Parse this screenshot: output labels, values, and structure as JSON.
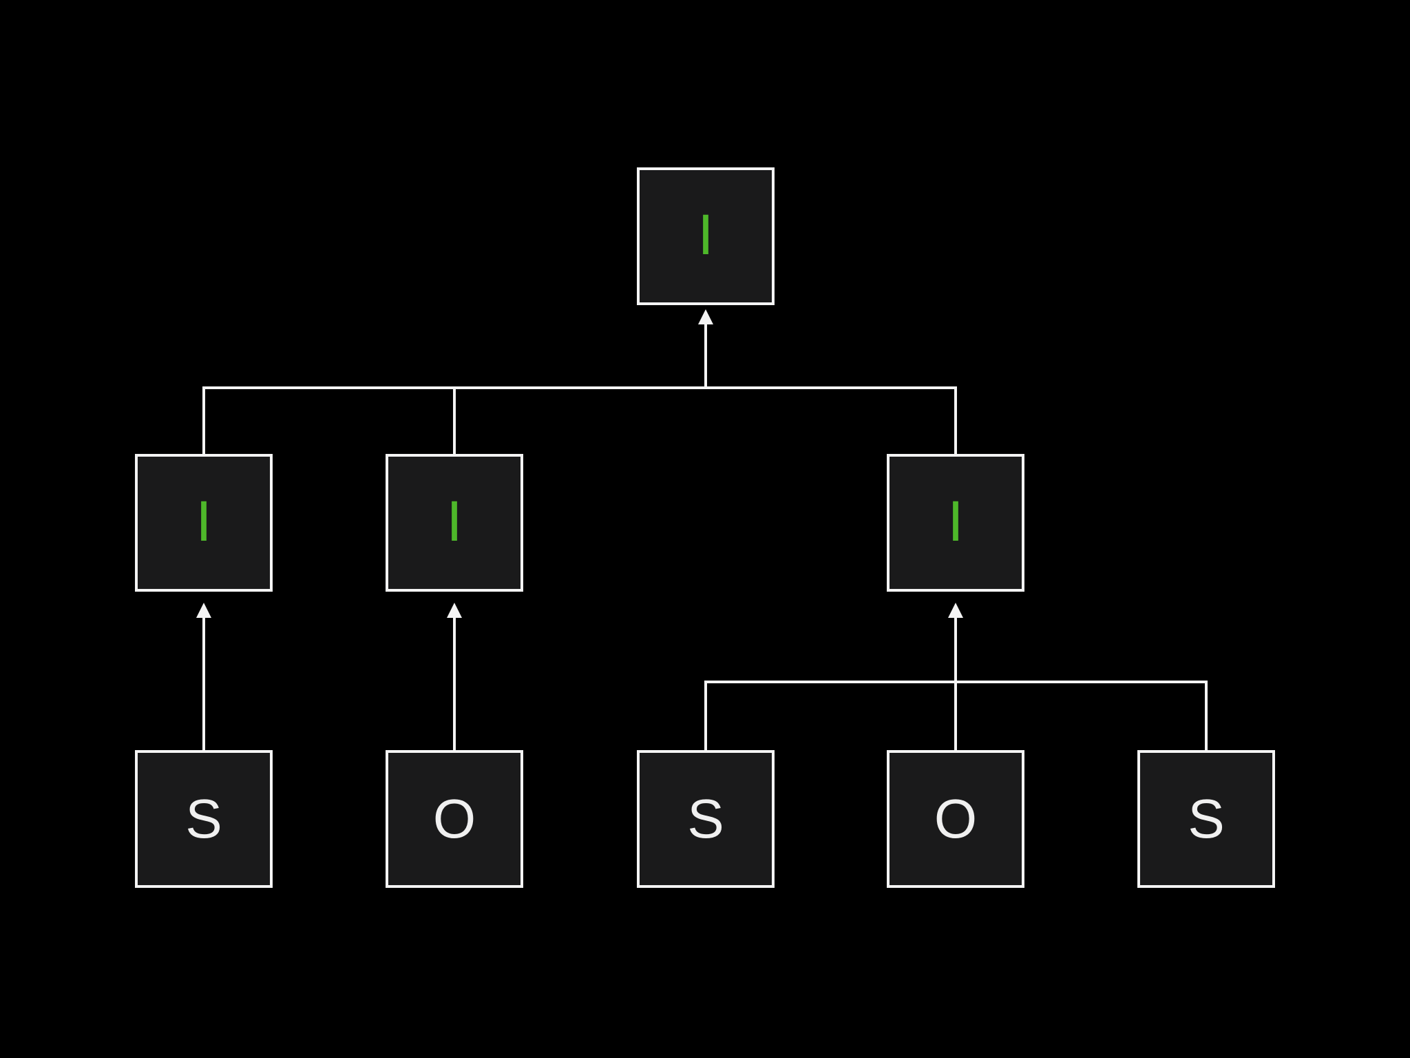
{
  "colors": {
    "background": "#000000",
    "box_fill": "#1a1a1b",
    "box_border": "#f4f4f4",
    "line": "#f4f4f4",
    "accent_green": "#4eb82a",
    "leaf_text": "#f0f0f0"
  },
  "diagram": {
    "nodes": [
      {
        "id": "root",
        "label": "I",
        "kind": "internal",
        "row": "top"
      },
      {
        "id": "internal-left",
        "label": "I",
        "kind": "internal",
        "row": "middle"
      },
      {
        "id": "internal-middle",
        "label": "I",
        "kind": "internal",
        "row": "middle"
      },
      {
        "id": "internal-right",
        "label": "I",
        "kind": "internal",
        "row": "middle"
      },
      {
        "id": "leaf-1",
        "label": "S",
        "kind": "leaf",
        "row": "bottom"
      },
      {
        "id": "leaf-2",
        "label": "O",
        "kind": "leaf",
        "row": "bottom"
      },
      {
        "id": "leaf-3",
        "label": "S",
        "kind": "leaf",
        "row": "bottom"
      },
      {
        "id": "leaf-4",
        "label": "O",
        "kind": "leaf",
        "row": "bottom"
      },
      {
        "id": "leaf-5",
        "label": "S",
        "kind": "leaf",
        "row": "bottom"
      }
    ],
    "edges": [
      {
        "from": "internal-left",
        "to": "root",
        "arrow_into": "root"
      },
      {
        "from": "internal-middle",
        "to": "root",
        "arrow_into": "root"
      },
      {
        "from": "internal-right",
        "to": "root",
        "arrow_into": "root"
      },
      {
        "from": "leaf-1",
        "to": "internal-left",
        "arrow_into": "internal-left"
      },
      {
        "from": "leaf-2",
        "to": "internal-middle",
        "arrow_into": "internal-middle"
      },
      {
        "from": "leaf-3",
        "to": "internal-right",
        "arrow_into": "internal-right"
      },
      {
        "from": "leaf-4",
        "to": "internal-right",
        "arrow_into": "internal-right"
      },
      {
        "from": "leaf-5",
        "to": "internal-right",
        "arrow_into": "internal-right"
      }
    ]
  }
}
